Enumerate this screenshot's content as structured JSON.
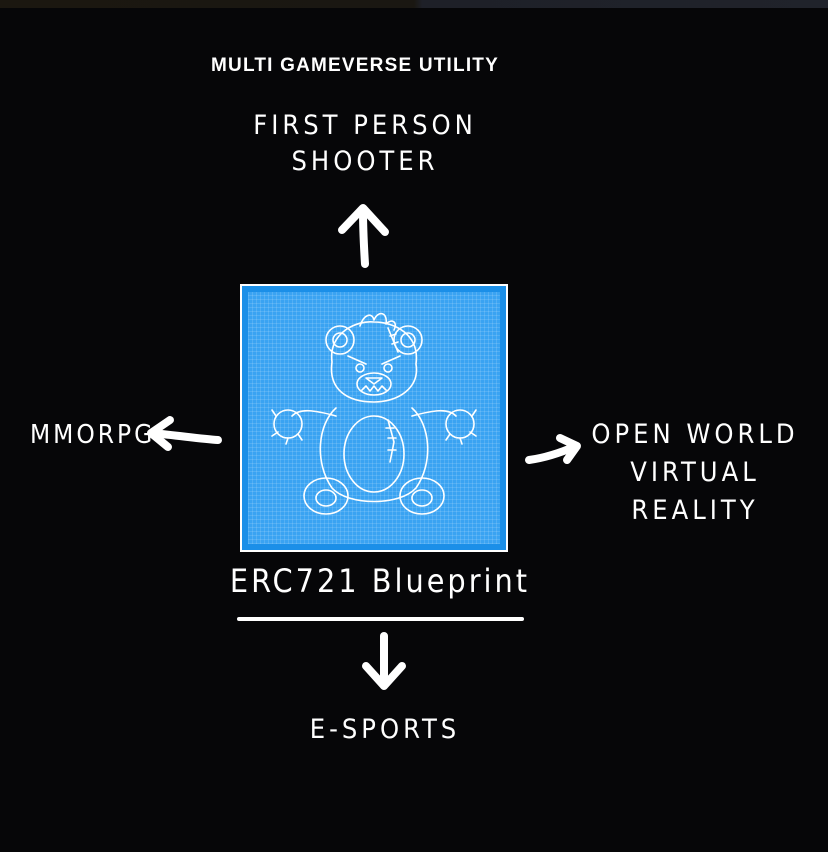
{
  "heading": "MULTI GAMEVERSE UTILITY",
  "center": {
    "title": "ERC721 Blueprint",
    "image": "blueprint-bear-illustration",
    "image_color": "#3aa3f2"
  },
  "branches": {
    "up": {
      "line1": "FIRST PERSON",
      "line2": "SHOOTER"
    },
    "left": {
      "line1": "MMORPG"
    },
    "right": {
      "line1": "OPEN WORLD",
      "line2": "VIRTUAL REALITY"
    },
    "down": {
      "line1": "E-SPORTS"
    }
  },
  "colors": {
    "background": "#060608",
    "text": "#ffffff",
    "card_border": "#ffffff",
    "card_fill": "#1b8fe8"
  }
}
